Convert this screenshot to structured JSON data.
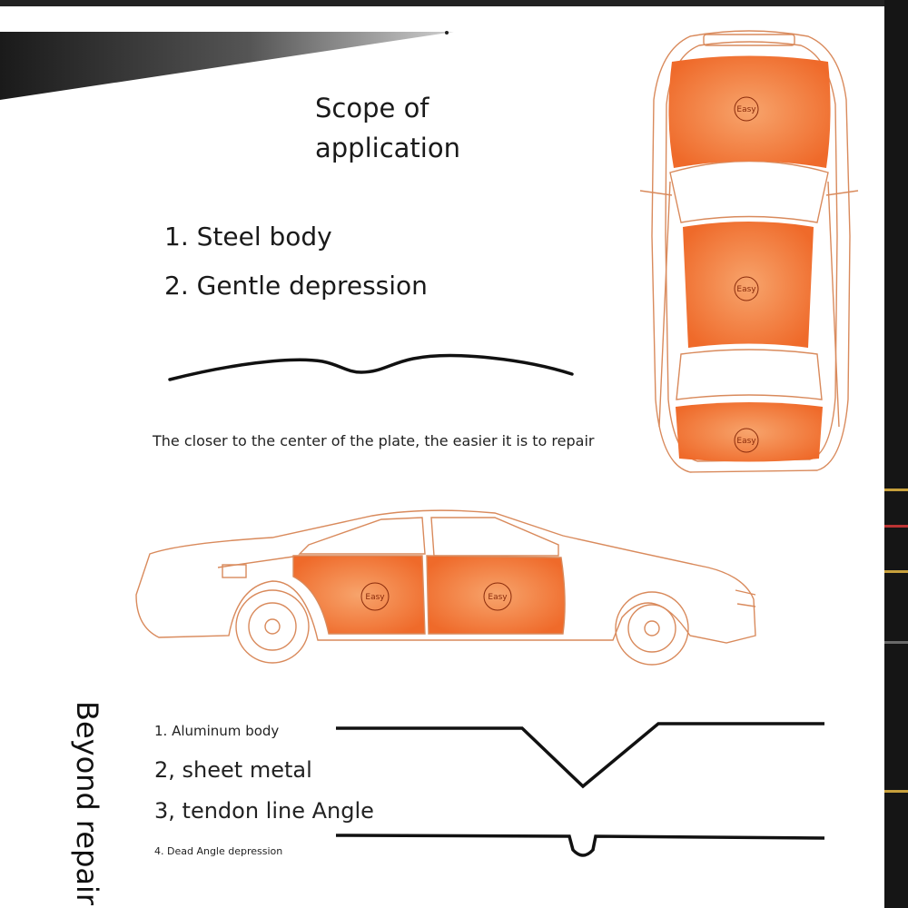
{
  "title_lines": [
    "Scope of",
    "application"
  ],
  "scope_items": [
    "1. Steel body",
    "2. Gentle depression"
  ],
  "note": "The closer to the center of the plate, the easier it is to repair",
  "badge_label": "Easy",
  "side_label": "Beyond repair",
  "beyond_items": [
    "1. Aluminum body",
    "2, sheet metal",
    "3, tendon line Angle",
    "4. Dead Angle depression"
  ],
  "colors": {
    "panel_orange": "#f07a3a",
    "outline_orange": "#d98a5c",
    "line": "#111111"
  }
}
